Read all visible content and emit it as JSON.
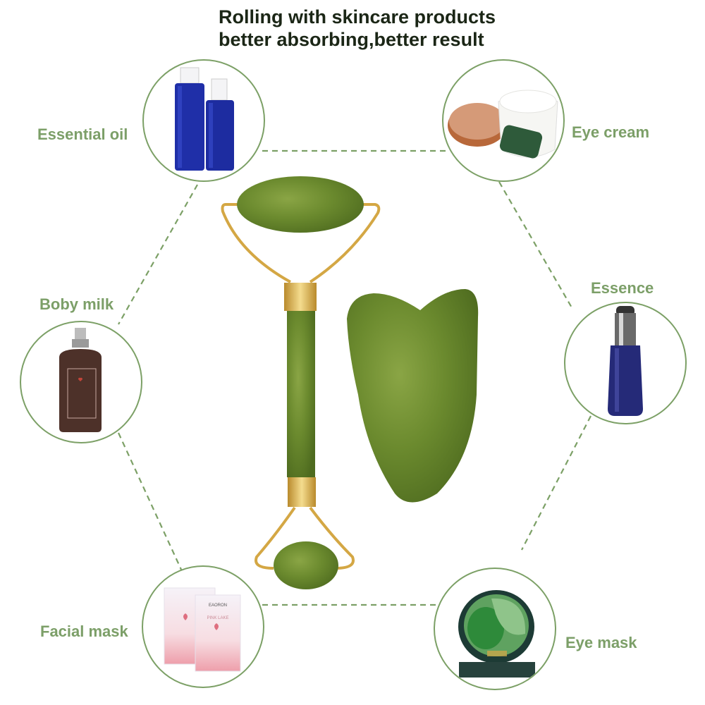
{
  "header": {
    "title_line1": "Rolling with skincare products",
    "title_line2": "better absorbing,better result"
  },
  "products": [
    {
      "id": "essential-oil",
      "label": "Essential oil",
      "icon": "blue-bottles-icon"
    },
    {
      "id": "eye-cream",
      "label": "Eye cream",
      "icon": "cream-jar-icon"
    },
    {
      "id": "boby-milk",
      "label": "Boby milk",
      "icon": "spray-bottle-icon"
    },
    {
      "id": "essence",
      "label": "Essence",
      "icon": "dropper-bottle-icon"
    },
    {
      "id": "facial-mask",
      "label": "Facial mask",
      "icon": "sheet-mask-icon"
    },
    {
      "id": "eye-mask",
      "label": "Eye mask",
      "icon": "eye-patch-jar-icon"
    }
  ],
  "mask_brand": "EAORON",
  "mask_product": "PINK LAKE",
  "center": {
    "items": [
      "jade-roller",
      "gua-sha-stone"
    ]
  },
  "colors": {
    "accent": "#7ca066",
    "title": "#1b2616",
    "jade": "#6b8a2e",
    "gold": "#d4a744"
  }
}
